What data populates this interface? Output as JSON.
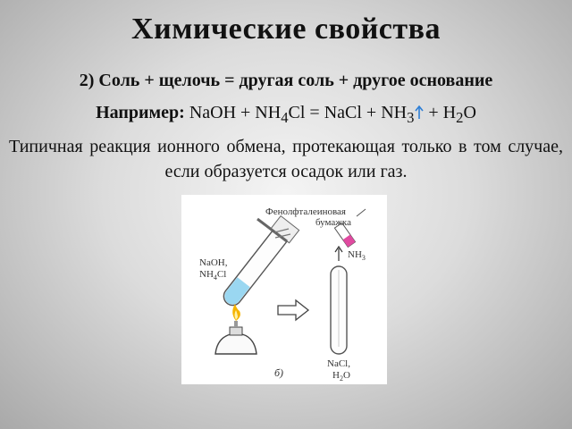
{
  "slide": {
    "title": "Химические свойства",
    "rule": "2) Соль + щелочь = другая соль + другое основание",
    "example_label": "Например:",
    "example_eq": {
      "p1": " NaOH + NH",
      "s1": "4",
      "p2": "Cl = NaCl + NH",
      "s2": "3",
      "p3": " + H",
      "s3": "2",
      "p4": "O"
    },
    "description": "Типичная реакция ионного обмена, протекающая только в том случае, если образуется осадок или газ."
  },
  "figure": {
    "reagents_label_line1": "NaOH,",
    "reagents_label_line2": "NH",
    "reagents_label_line2_sub": "4",
    "reagents_label_line2_end": "Cl",
    "paper_label_line1": "Фенолфталеиновая",
    "paper_label_line2": "бумажка",
    "gas_label": "NH",
    "gas_label_sub": "3",
    "products_label_line1": "NaCl,",
    "products_label_line2": "H",
    "products_label_line2_sub": "2",
    "products_label_line2_end": "O",
    "panel_letter": "б)",
    "colors": {
      "solution": "#8fd3f0",
      "indicator": "#e04aa0",
      "flame": "#f5b400",
      "arrow_up": "#2e7fd6"
    }
  }
}
